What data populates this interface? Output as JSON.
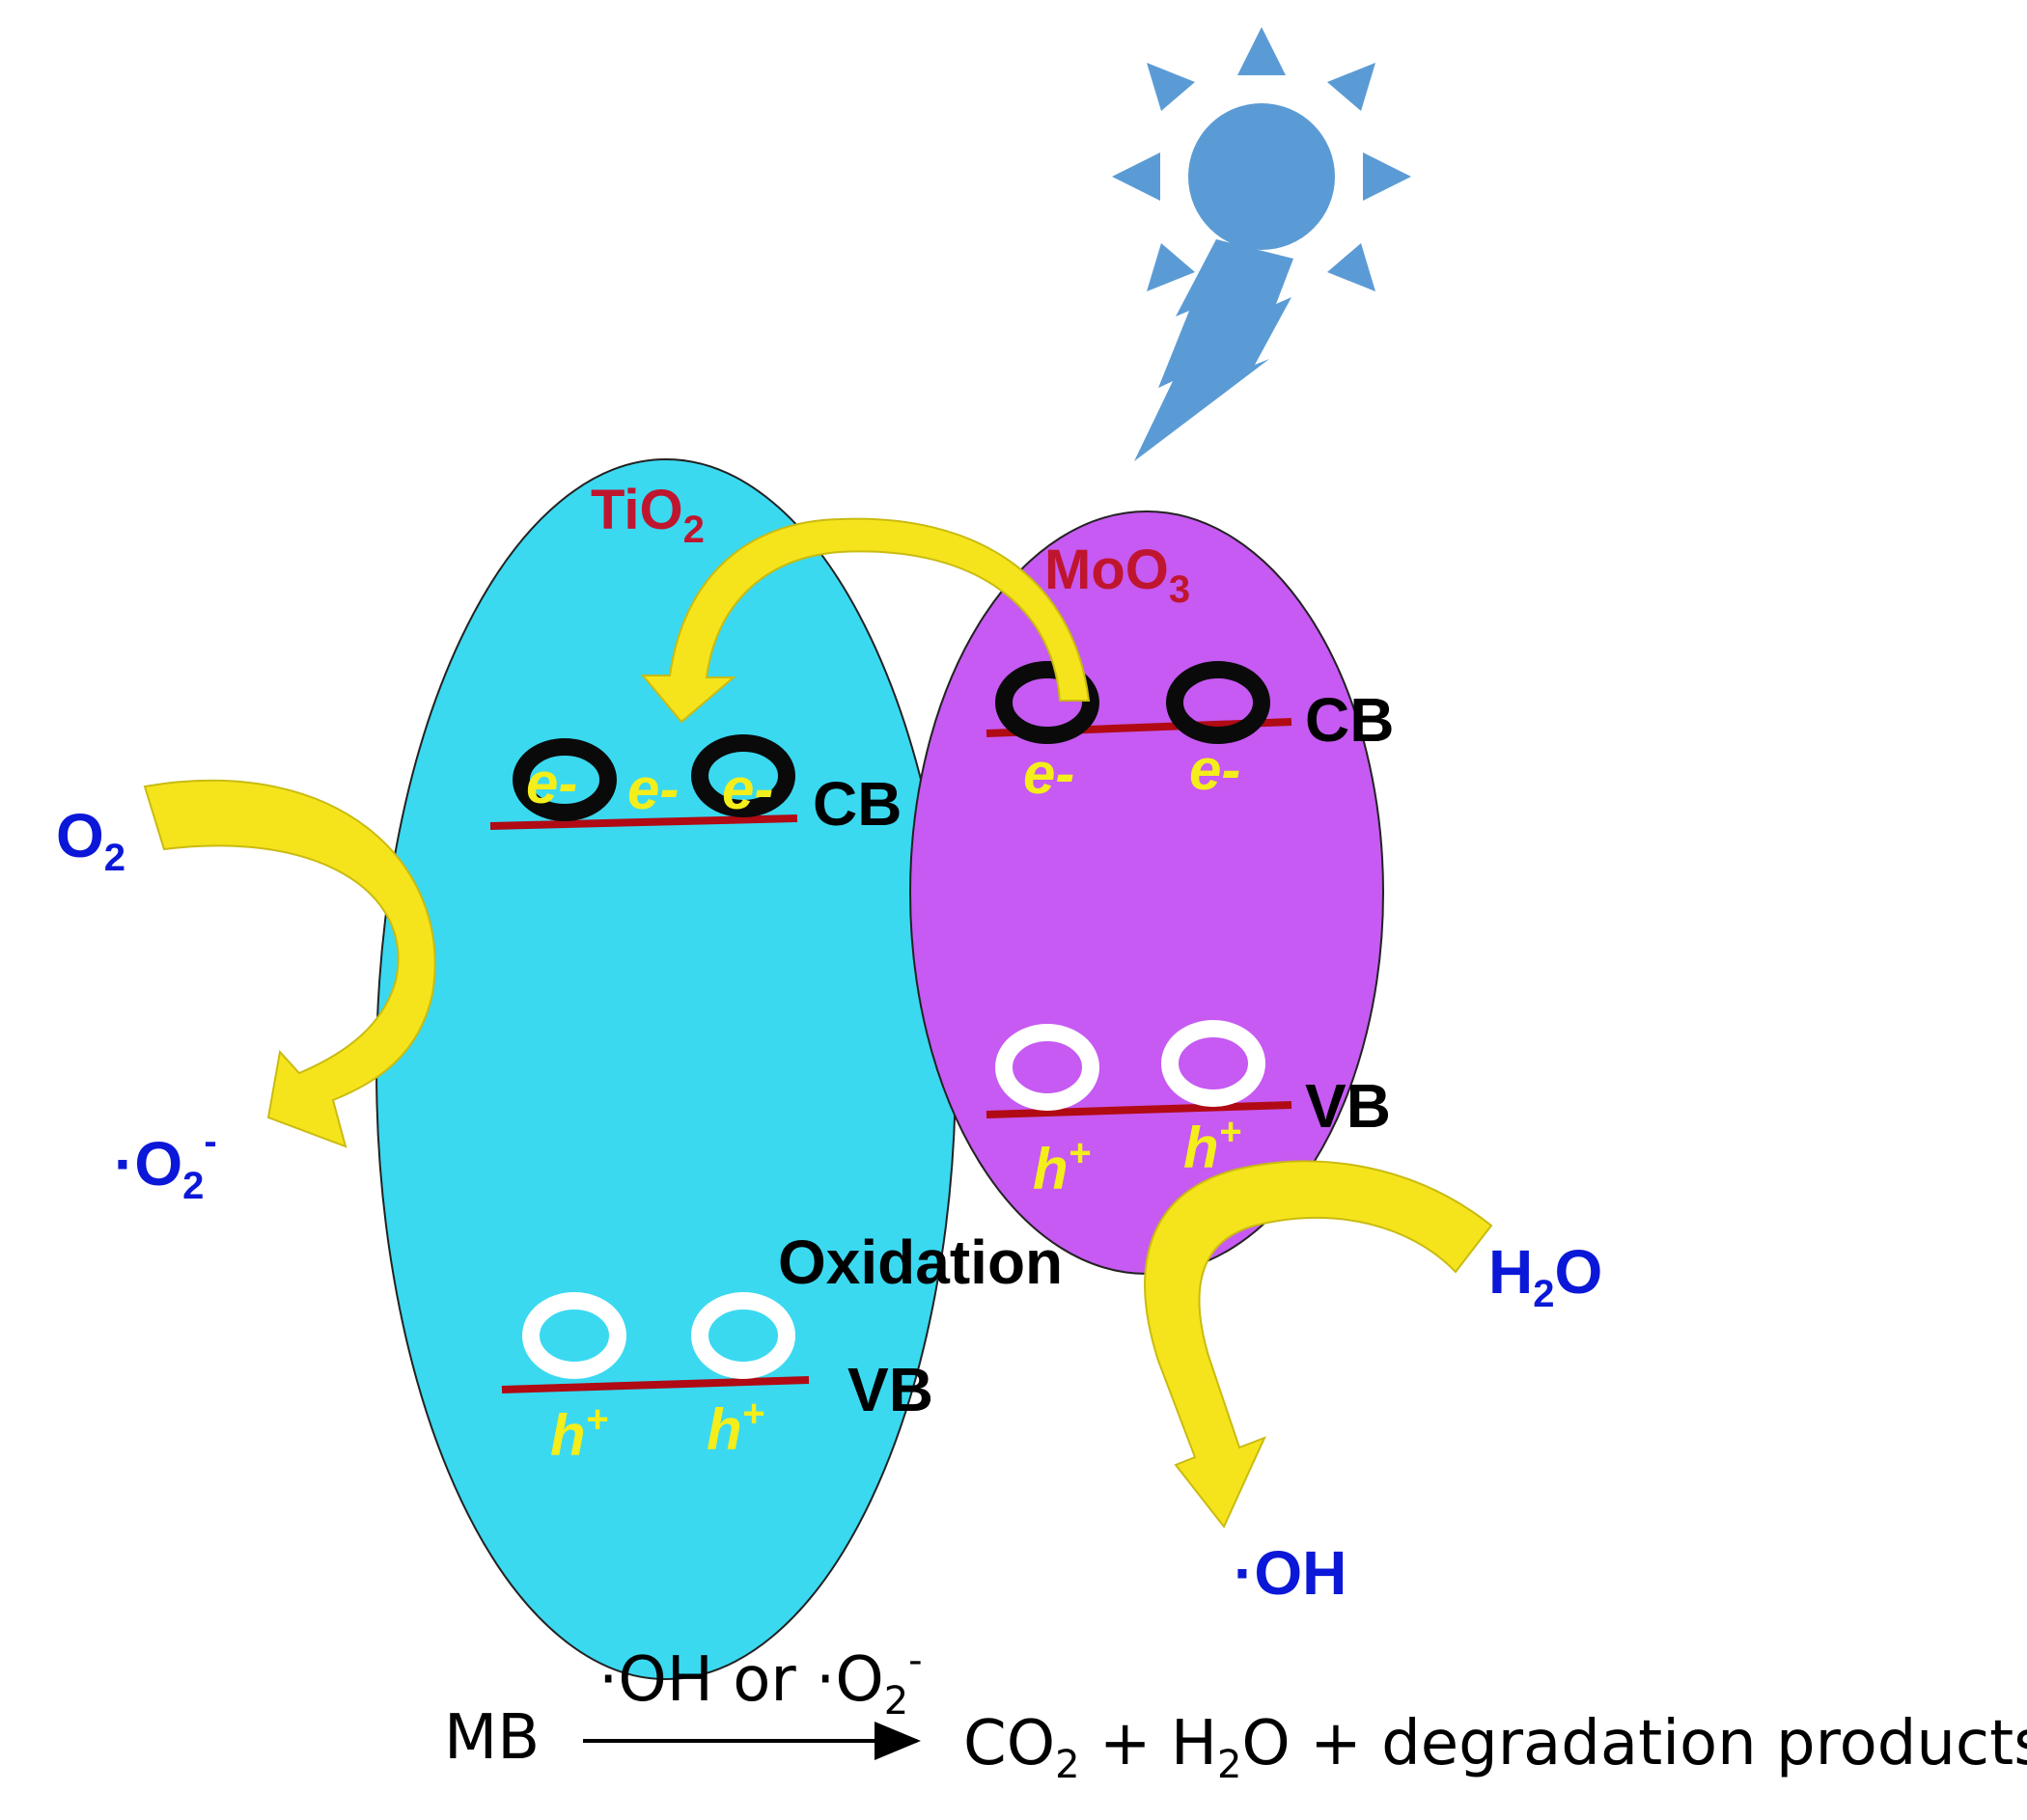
{
  "colors": {
    "tio2_fill": "#3ad9f0",
    "moo3_fill": "#c65af2",
    "material_label": "#c0152f",
    "band_line": "#b00a14",
    "carrier_label": "#f4ee1a",
    "species": "#0b18d8",
    "arrow": "#f5e41c",
    "sun": "#5b9bd5",
    "electron_ring": "#0a0a0a",
    "hole_ring": "#ffffff"
  },
  "tio2": {
    "label_main": "TiO",
    "label_sub": "2",
    "cb_label": "CB",
    "vb_label": "VB"
  },
  "moo3": {
    "label_main": "MoO",
    "label_sub": "3",
    "cb_label": "CB",
    "vb_label": "VB"
  },
  "carriers": {
    "electron": "e-",
    "hole_main": "h",
    "hole_sup": "+"
  },
  "species": {
    "o2_main": "O",
    "o2_sub": "2",
    "superoxide_dot": "·",
    "superoxide_main": "O",
    "superoxide_sub": "2",
    "superoxide_sup": "-",
    "h2o_h": "H",
    "h2o_sub": "2",
    "h2o_o": "O",
    "oh_dot": "·",
    "oh_main": "OH"
  },
  "oxidation_label": "Oxidation",
  "equation": {
    "reactant": "MB",
    "condition_a": "·OH or ·O",
    "condition_sub": "2",
    "condition_sup": "-",
    "product_a": "CO",
    "product_a_sub": "2",
    "product_b": " + H",
    "product_b_sub": "2",
    "product_c": "O + degradation products"
  },
  "icons": [
    "sun-icon",
    "light-bolt-icon",
    "transfer-arrow-icon"
  ]
}
